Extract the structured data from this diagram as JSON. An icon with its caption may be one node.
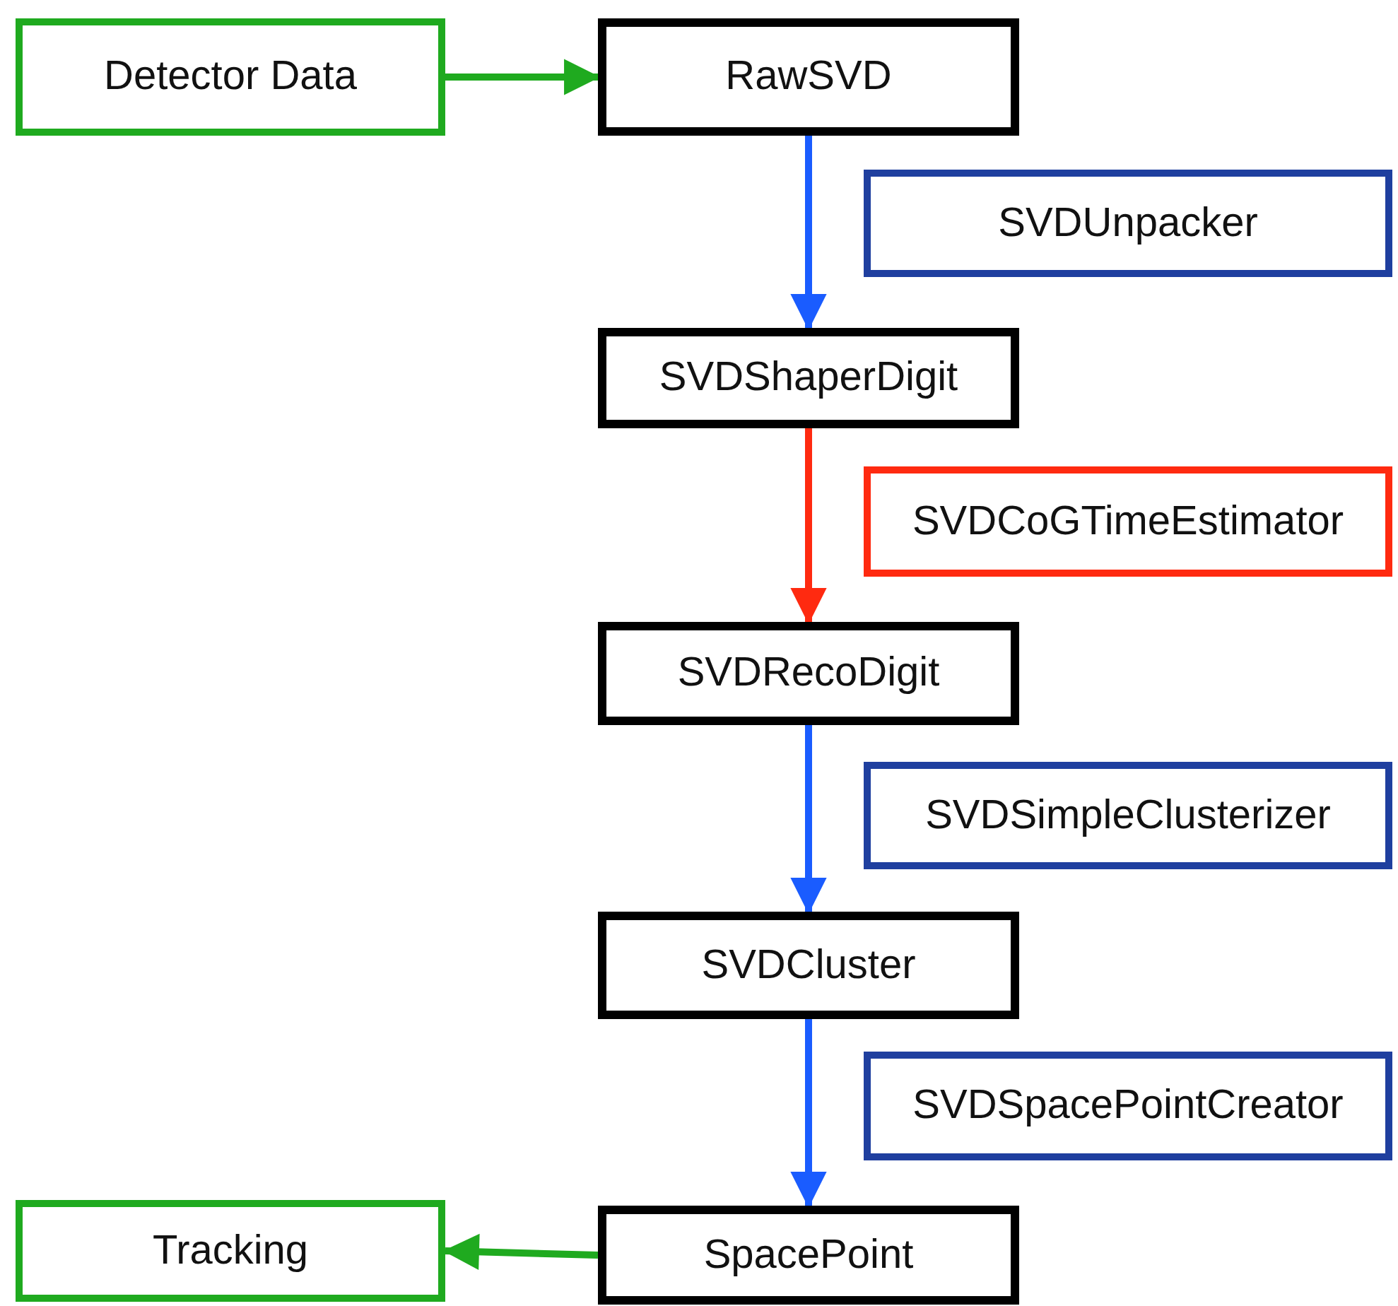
{
  "diagram": {
    "nodes": [
      {
        "text": [
          "Detector Data"
        ]
      },
      {
        "text": [
          "RawSVD"
        ]
      },
      {
        "text": [
          "SVDUnpacker"
        ]
      },
      {
        "text": [
          "SVDShaperDigit"
        ]
      },
      {
        "text": [
          "SVDCoGTimeEstimator"
        ]
      },
      {
        "text": [
          "SVDRecoDigit"
        ]
      },
      {
        "text": [
          "SVDSimpleClusterizer"
        ]
      },
      {
        "text": [
          "SVDCluster"
        ]
      },
      {
        "text": [
          "SVDSpacePointCreator"
        ]
      },
      {
        "text": [
          "Tracking"
        ]
      },
      {
        "text": [
          "SpacePoint"
        ]
      }
    ],
    "edges": [
      {
        "from": 0,
        "to": 1,
        "arrow": "to",
        "color": "#1faa1f"
      },
      {
        "from": 1,
        "to": 3,
        "arrow": "to"
      },
      {
        "from": 3,
        "to": 5,
        "arrow": "to",
        "color": "#ff2a10"
      },
      {
        "from": 5,
        "to": 7,
        "arrow": "to"
      },
      {
        "from": 7,
        "to": 10,
        "arrow": "to"
      },
      {
        "from": 10,
        "to": 9,
        "arrow": "to",
        "color": "#1faa1f"
      }
    ]
  }
}
